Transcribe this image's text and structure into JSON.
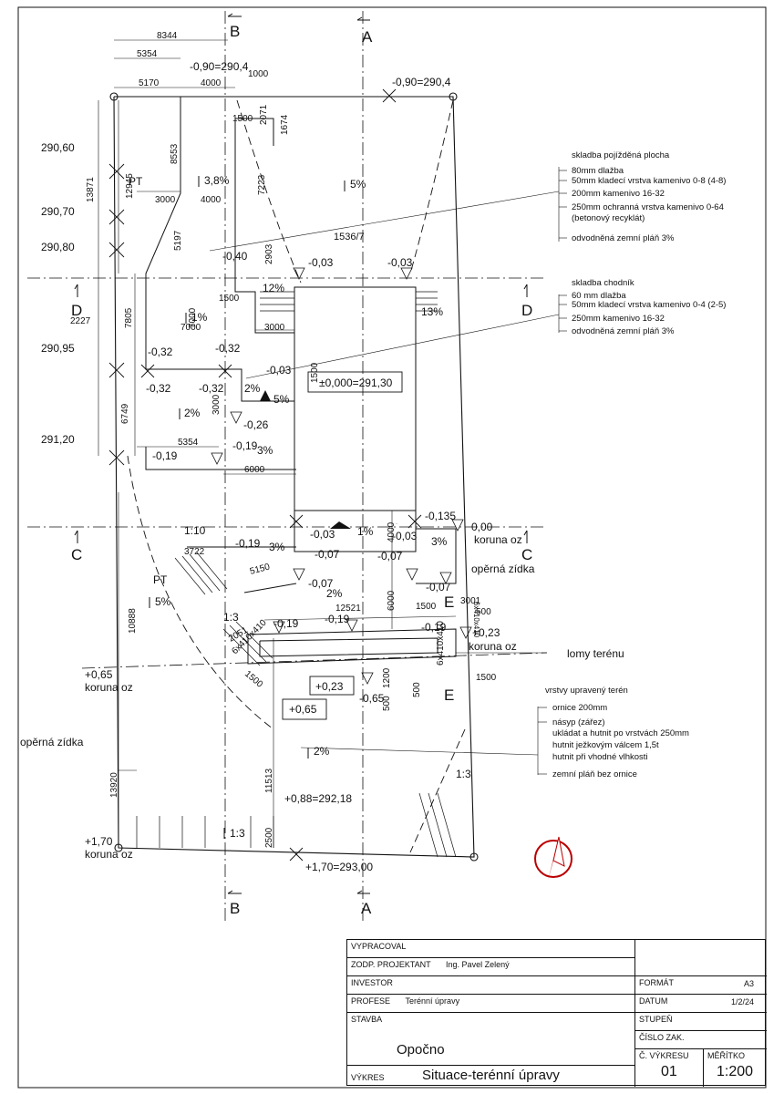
{
  "sections": {
    "a": "A",
    "b": "B",
    "c": "C",
    "d": "D",
    "e": "E"
  },
  "dims": {
    "d8344": "8344",
    "d5354a": "5354",
    "d5170": "5170",
    "d4000a": "4000",
    "d1000": "1000",
    "d1500a": "1500",
    "d2071": "2071",
    "d1674": "1674",
    "d13871": "13871",
    "d12945": "12945",
    "d8553": "8553",
    "d3000a": "3000",
    "d4000b": "4000",
    "d5197": "5197",
    "d7223": "7223",
    "d2903": "2903",
    "d2227": "2227",
    "d7805": "7805",
    "d7000a": "7000",
    "d7000b": "7000",
    "d1500b": "1500",
    "d3000b": "3000",
    "d6749": "6749",
    "d3000c": "3000",
    "d1500c": "1500",
    "d5354b": "5354",
    "d6000a": "6000",
    "d3722": "3722",
    "d5150": "5150",
    "d10888": "10888",
    "d12521": "12521",
    "d4000c": "4000",
    "d6000b": "6000",
    "d1500d": "1500",
    "d3001": "3001",
    "d500a": "500",
    "d1500e": "1500",
    "d2051": "2051",
    "d6x410a": "6x410x410",
    "d1500f": "1500",
    "d13920": "13920",
    "d11513": "11513",
    "d500b": "500",
    "d1200": "1200",
    "d500c": "500",
    "d2500": "2500",
    "d6x410b": "6x410x410",
    "d6x410c": "6x410x410",
    "d1500g": "1500"
  },
  "levels": {
    "l1": "-0,90=290,4",
    "l2": "-0,90=290,4",
    "l3": "290,60",
    "l4": "290,70",
    "l5": "290,80",
    "l6": "290,95",
    "l7": "291,20",
    "l8": "-0,40",
    "l9": "-0,03",
    "l10": "-0,03",
    "l11": "-0,32",
    "l12": "-0,32",
    "l13": "-0,32",
    "l14": "-0,32",
    "l15": "-0,03",
    "l16": "±0,000=291,30",
    "l17": "-0,26",
    "l18": "-0,19",
    "l19": "-0,19",
    "l20": "-0,03",
    "l21": "-0,03",
    "l22": "-0,135",
    "l23": "0,00",
    "l24": "koruna oz",
    "l25": "-0,19",
    "l26": "-0,07",
    "l27": "-0,07",
    "l28": "-0,07",
    "l29": "-0,07",
    "l30": "-0,19",
    "l31": "-0,19",
    "l32": "-0,19",
    "l33": "+0,23",
    "l34": "koruna oz",
    "l35": "+0,23",
    "l36": "-0,65",
    "l37": "+0,65",
    "l38": "+0,65",
    "l39": "koruna oz",
    "l40": "+0,88=292,18",
    "l41": "+1,70",
    "l42": "koruna oz",
    "l43": "+1,70=293,00"
  },
  "slopes": {
    "s1": "3,8%",
    "s2": "5%",
    "s3": "12%",
    "s4": "13%",
    "s5": "1%",
    "s6": "2%",
    "s7": "5%",
    "s8": "2%",
    "s9": "3%",
    "s10": "1%",
    "s11": "3%",
    "s12": "3%",
    "s13": "2%",
    "s14": "5%",
    "s15": "2%",
    "s16": "1:3",
    "s17": "1:3",
    "s18": "1:10",
    "s19": "1:3"
  },
  "labels": {
    "pt1": "PT",
    "pt2": "PT",
    "parcel": "1536/7",
    "wall1": "opěrná zídka",
    "wall2": "opěrná zídka",
    "lomy": "lomy terénu"
  },
  "notes": {
    "n1": [
      "skladba pojížděná plocha",
      "80mm dlažba",
      "50mm kladecí vrstva kamenivo 0-8 (4-8)",
      "200mm kamenivo 16-32",
      "250mm ochranná vrstva kamenivo 0-64",
      "(betonový recyklát)",
      "odvodněná zemní pláň 3%"
    ],
    "n2": [
      "skladba chodník",
      "60 mm dlažba",
      "50mm kladecí vrstva kamenivo 0-4 (2-5)",
      "250mm kamenivo 16-32",
      "odvodněná zemní pláň 3%"
    ],
    "n3": [
      "vrstvy upravený terén",
      "ornice 200mm",
      "násyp (zářez)",
      "ukládat a hutnit po vrstvách 250mm",
      "hutnit ježkovým válcem 1,5t",
      "hutnit při vhodné vlhkosti",
      "zemní pláň bez ornice"
    ]
  },
  "title_block": {
    "vypracoval": "VYPRACOVAL",
    "zodp": "ZODP. PROJEKTANT",
    "zodp_value": "Ing. Pavel  Zelený",
    "investor": "INVESTOR",
    "profese": "PROFESE",
    "profese_value": "Terénní úpravy",
    "stavba": "STAVBA",
    "stavba_value": "Opočno",
    "vykres": "VÝKRES",
    "vykres_value": "Situace-terénní úpravy",
    "format": "FORMÁT",
    "format_value": "A3",
    "datum": "DATUM",
    "datum_value": "1/2/24",
    "stupen": "STUPEŇ",
    "cislo_zak": "ČÍSLO ZAK.",
    "c_vykresu": "Č. VÝKRESU",
    "c_vykresu_value": "01",
    "meritko": "MĚŘÍTKO",
    "meritko_value": "1:200"
  }
}
